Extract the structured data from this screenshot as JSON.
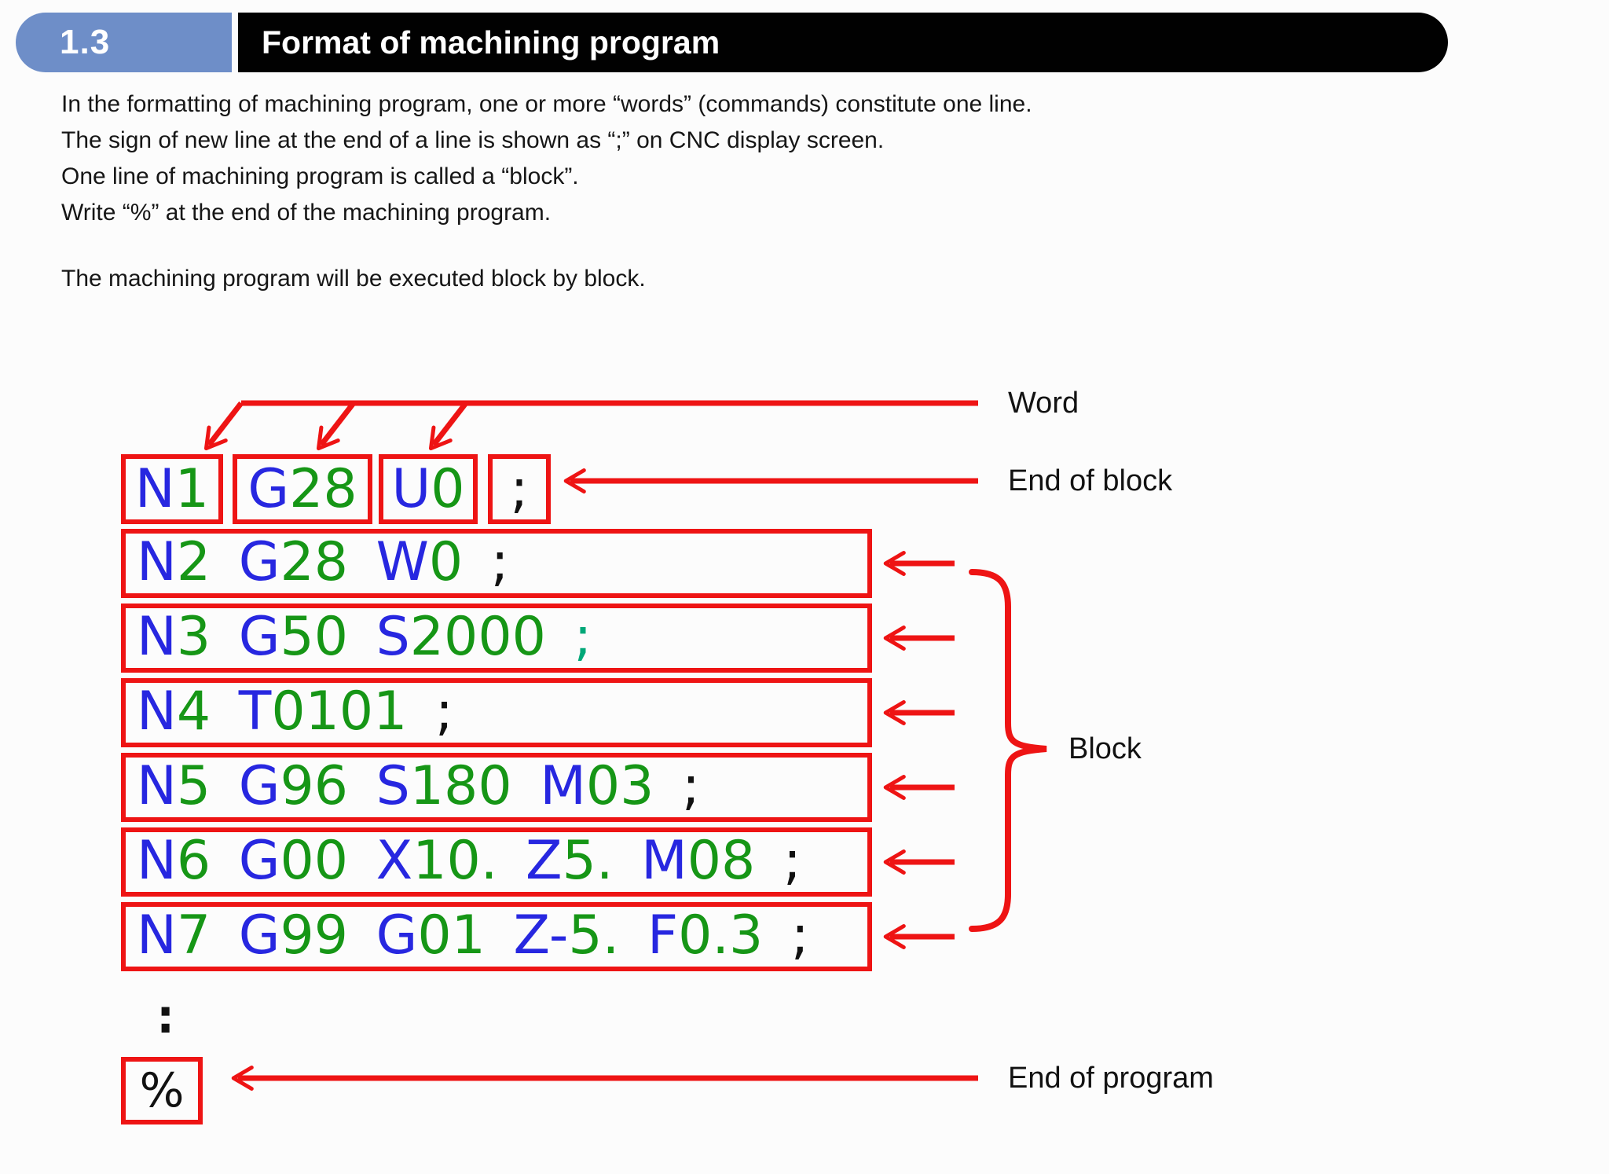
{
  "header": {
    "section_number": "1.3",
    "title": "Format of machining program"
  },
  "intro": {
    "lines": [
      "In the formatting of machining program, one or more “words” (commands) constitute one line.",
      "The sign of new line at the end of a line is shown as “;” on CNC display screen.",
      "One line of machining program is called a “block”.",
      "Write “%” at the end of the machining program."
    ],
    "note": "The machining program will be executed block by block."
  },
  "colors": {
    "b": "#2727e0",
    "g": "#169616",
    "k": "#111111",
    "t": "#00a878",
    "red": "#ee1414",
    "header_blue": "#6e8ec8",
    "bar_black": "#010101"
  },
  "diagram": {
    "labels": {
      "word": "Word",
      "end_of_block": "End of block",
      "block": "Block",
      "end_of_program": "End of program"
    },
    "line1_words": [
      [
        [
          "N",
          "b"
        ],
        [
          "1",
          "g"
        ]
      ],
      [
        [
          "G",
          "b"
        ],
        [
          "28",
          "g"
        ]
      ],
      [
        [
          "U",
          "b"
        ],
        [
          "0",
          "g"
        ]
      ],
      [
        [
          ";",
          "k"
        ]
      ]
    ],
    "blocks": [
      [
        [
          [
            "N",
            "b"
          ],
          [
            "2",
            "g"
          ]
        ],
        [
          [
            "G",
            "b"
          ],
          [
            "28",
            "g"
          ]
        ],
        [
          [
            "W",
            "b"
          ],
          [
            "0",
            "g"
          ]
        ],
        [
          [
            ";",
            "k"
          ]
        ]
      ],
      [
        [
          [
            "N",
            "b"
          ],
          [
            "3",
            "g"
          ]
        ],
        [
          [
            "G",
            "b"
          ],
          [
            "50",
            "g"
          ]
        ],
        [
          [
            "S",
            "b"
          ],
          [
            "2000",
            "g"
          ]
        ],
        [
          [
            ";",
            "t"
          ]
        ]
      ],
      [
        [
          [
            "N",
            "b"
          ],
          [
            "4",
            "g"
          ]
        ],
        [
          [
            "T",
            "b"
          ],
          [
            "0101",
            "g"
          ]
        ],
        [
          [
            ";",
            "k"
          ]
        ]
      ],
      [
        [
          [
            "N",
            "b"
          ],
          [
            "5",
            "g"
          ]
        ],
        [
          [
            "G",
            "b"
          ],
          [
            "96",
            "g"
          ]
        ],
        [
          [
            "S",
            "b"
          ],
          [
            "180",
            "g"
          ]
        ],
        [
          [
            "M",
            "b"
          ],
          [
            "03",
            "g"
          ]
        ],
        [
          [
            ";",
            "k"
          ]
        ]
      ],
      [
        [
          [
            "N",
            "b"
          ],
          [
            "6",
            "g"
          ]
        ],
        [
          [
            "G",
            "b"
          ],
          [
            "00",
            "g"
          ]
        ],
        [
          [
            "X",
            "b"
          ],
          [
            "10.",
            "g"
          ]
        ],
        [
          [
            "Z",
            "b"
          ],
          [
            "5.",
            "g"
          ]
        ],
        [
          [
            "M",
            "b"
          ],
          [
            "08",
            "g"
          ]
        ],
        [
          [
            ";",
            "k"
          ]
        ]
      ],
      [
        [
          [
            "N",
            "b"
          ],
          [
            "7",
            "g"
          ]
        ],
        [
          [
            "G",
            "b"
          ],
          [
            "99",
            "g"
          ]
        ],
        [
          [
            "G",
            "b"
          ],
          [
            "01",
            "g"
          ]
        ],
        [
          [
            "Z-",
            "b"
          ],
          [
            "5.",
            "g"
          ]
        ],
        [
          [
            "F",
            "b"
          ],
          [
            "0.3",
            "g"
          ]
        ],
        [
          [
            ";",
            "k"
          ]
        ]
      ]
    ],
    "ellipsis": ":",
    "end_of_program_symbol": "%"
  }
}
